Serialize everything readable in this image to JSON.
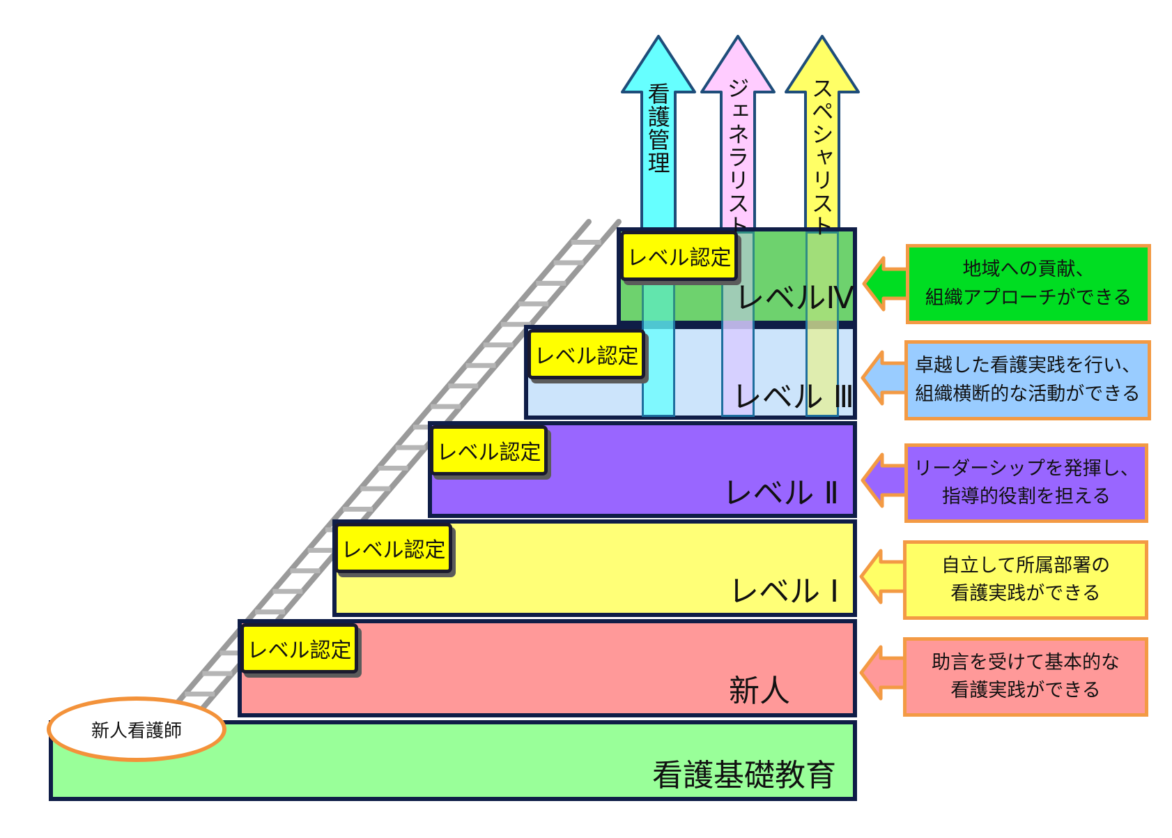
{
  "base": {
    "label": "看護基礎教育",
    "color": "#99ff99"
  },
  "start": {
    "label": "新人看護師"
  },
  "steps": [
    {
      "label": "新人",
      "color": "#ff9999"
    },
    {
      "label": "レベル Ⅰ",
      "color": "#ffff77"
    },
    {
      "label": "レベル Ⅱ",
      "color": "#9966ff"
    },
    {
      "label": "レベル Ⅲ",
      "color": "#cce4fb"
    },
    {
      "label": "レベルⅣ",
      "color": "#7fd87f"
    }
  ],
  "certification_label": "レベル認定",
  "career_paths": [
    {
      "label": "看護管理",
      "color": "#66ffff"
    },
    {
      "label": "ジェネラリスト",
      "color": "#ffccff"
    },
    {
      "label": "スペシャリスト",
      "color": "#ffff66"
    }
  ],
  "descriptions": [
    {
      "lines": [
        "地域への貢献、",
        "組織アプローチができる"
      ],
      "color": "#00dd22"
    },
    {
      "lines": [
        "卓越した看護実践を行い、",
        "組織横断的な活動ができる"
      ],
      "color": "#99ccff"
    },
    {
      "lines": [
        "リーダーシップを発揮し、",
        "指導的役割を担える"
      ],
      "color": "#9966ff"
    },
    {
      "lines": [
        "自立して所属部署の",
        "看護実践ができる"
      ],
      "color": "#ffff66"
    },
    {
      "lines": [
        "助言を受けて基本的な",
        "看護実践ができる"
      ],
      "color": "#ff9999"
    }
  ]
}
